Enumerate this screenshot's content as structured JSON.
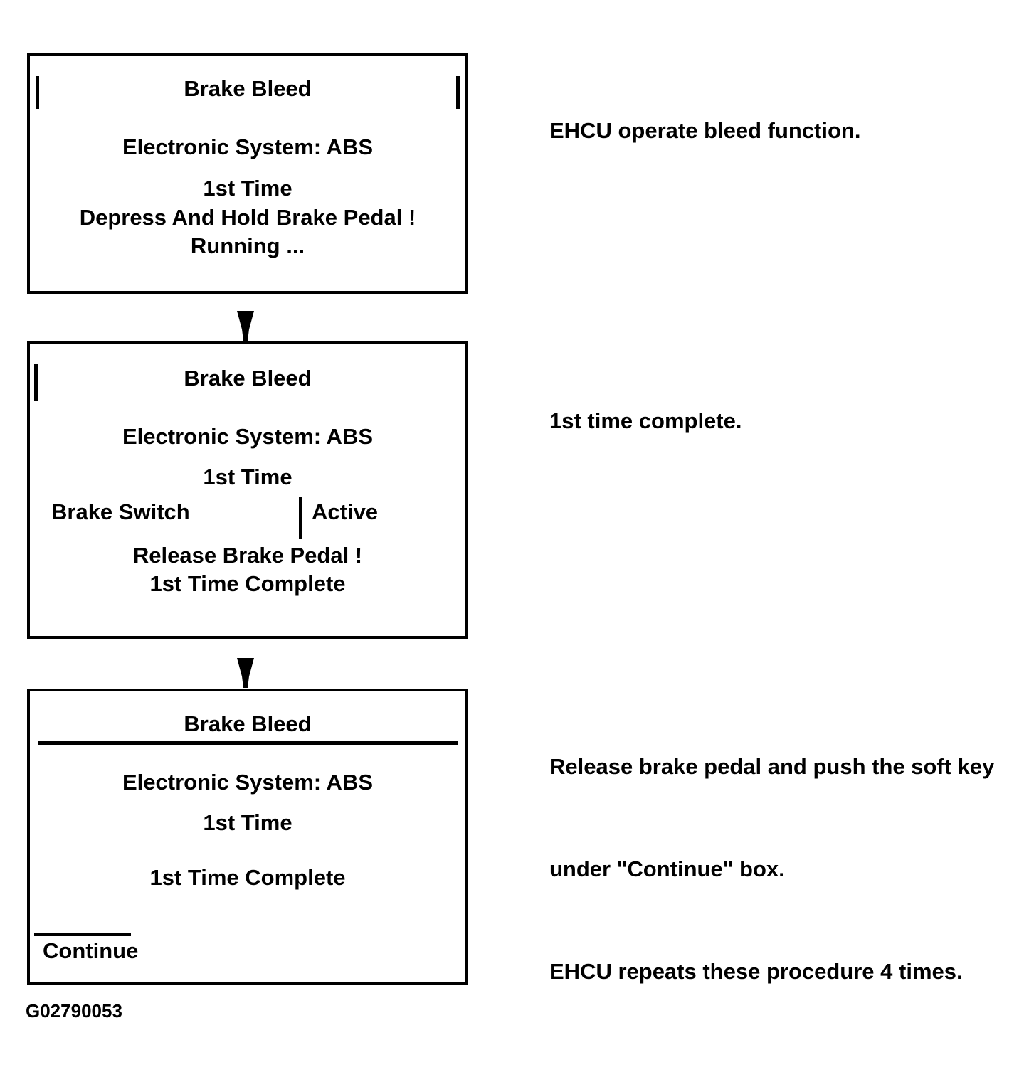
{
  "figure": {
    "id": "G02790053"
  },
  "screens": [
    {
      "title": "Brake Bleed",
      "system": "Electronic System: ABS",
      "cycle": "1st Time",
      "messages": [
        "Depress And Hold Brake Pedal !",
        "Running ..."
      ]
    },
    {
      "title": "Brake Bleed",
      "system": "Electronic System: ABS",
      "cycle": "1st Time",
      "parameter": {
        "label": "Brake Switch",
        "value": "Active"
      },
      "messages": [
        "Release Brake Pedal !",
        "1st Time Complete"
      ]
    },
    {
      "title": "Brake Bleed",
      "system": "Electronic System: ABS",
      "cycle": "1st Time",
      "status": "1st Time Complete",
      "softkey": "Continue"
    }
  ],
  "annotations": [
    {
      "lines": [
        "EHCU operate bleed function."
      ]
    },
    {
      "lines": [
        "1st time complete."
      ]
    },
    {
      "lines": [
        "Release brake pedal and push the soft key",
        "under \"Continue\" box.",
        "EHCU repeats these procedure 4 times."
      ]
    }
  ],
  "colors": {
    "ink": "#000000",
    "paper": "#ffffff"
  }
}
